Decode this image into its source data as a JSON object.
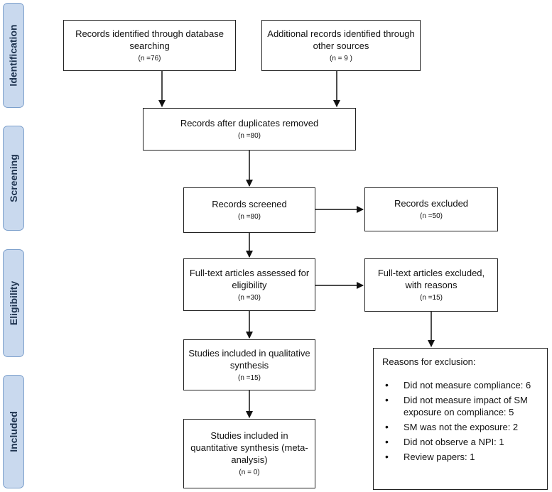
{
  "phases": {
    "identification": "Identification",
    "screening": "Screening",
    "eligibility": "Eligibility",
    "included": "Included"
  },
  "boxes": {
    "db_search": {
      "text": "Records identified through database searching",
      "n": "(n =76)"
    },
    "other_sources": {
      "text": "Additional records identified through other sources",
      "n": "(n = 9 )"
    },
    "dedup": {
      "text": "Records after duplicates removed",
      "n": "(n =80)"
    },
    "screened": {
      "text": "Records screened",
      "n": "(n =80)"
    },
    "excluded": {
      "text": "Records excluded",
      "n": "(n =50)"
    },
    "fulltext": {
      "text": "Full-text articles assessed for eligibility",
      "n": "(n =30)"
    },
    "fulltext_excluded": {
      "text": "Full-text articles excluded, with reasons",
      "n": "(n =15)"
    },
    "qualitative": {
      "text": "Studies included in qualitative synthesis",
      "n": "(n =15)"
    },
    "quantitative": {
      "text": "Studies included in quantitative synthesis (meta-analysis)",
      "n": "(n = 0)"
    }
  },
  "reasons": {
    "title": "Reasons for exclusion:",
    "items": [
      "Did not measure compliance: 6",
      "Did not measure impact of SM exposure on compliance: 5",
      "SM was not the exposure: 2",
      "Did not observe a NPI: 1",
      "Review papers: 1"
    ]
  }
}
